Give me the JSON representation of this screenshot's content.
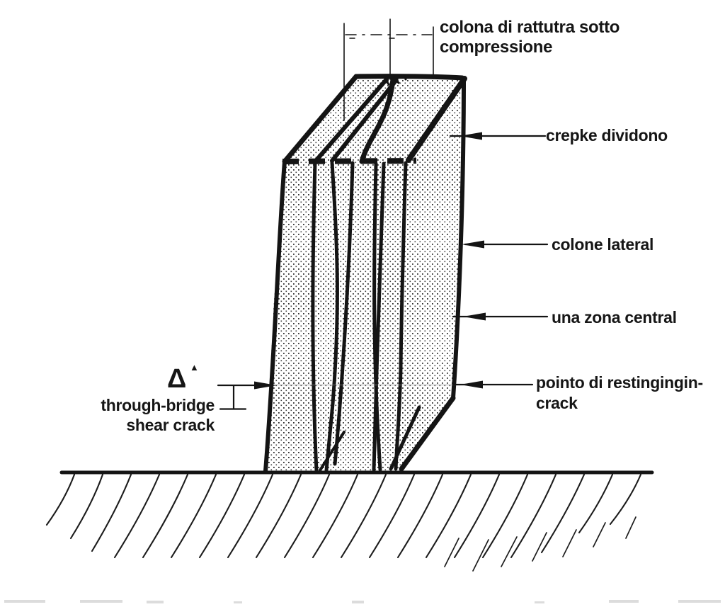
{
  "labels": {
    "title_line1": "colona di rattutra sotto",
    "title_line2": "compressione",
    "dividing_cracks": "crepke dividono",
    "lateral_columns": "colone lateral",
    "central_zone": "una zona central",
    "resting_point_line1": "pointo di restingingin-",
    "resting_point_line2": "crack",
    "delta_symbol": "Δ",
    "delta_superscript": "▲",
    "shear_crack_line1": "through-bridge",
    "shear_crack_line2": "shear crack"
  },
  "colors": {
    "ink": "#141414",
    "paper": "#ffffff",
    "stipple_dot": "#2f2f2f",
    "faint_line": "#888888"
  }
}
